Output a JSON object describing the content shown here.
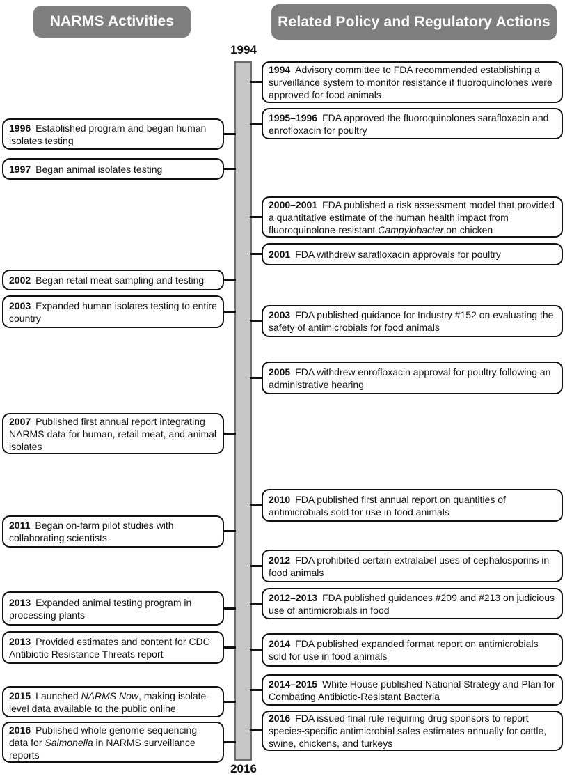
{
  "header": {
    "left": "NARMS Activities",
    "right": "Related Policy and Regulatory Actions"
  },
  "timeline": {
    "start_year": "1994",
    "end_year": "2016",
    "bar_fill_color": "#c7c7c7",
    "bar_border_color": "#6e6e6e",
    "header_bg_color": "#7f7f7f",
    "box_border_color": "#111111"
  },
  "left_items": [
    {
      "year": "1996",
      "text": "Established program and began human isolates testing"
    },
    {
      "year": "1997",
      "text": "Began animal isolates testing"
    },
    {
      "year": "2002",
      "text": "Began retail meat sampling and testing"
    },
    {
      "year": "2003",
      "text": "Expanded human isolates testing to entire country"
    },
    {
      "year": "2007",
      "text": "Published first annual report integrating NARMS data for human, retail meat, and animal isolates"
    },
    {
      "year": "2011",
      "text": "Began on-farm pilot studies with collaborating scientists"
    },
    {
      "year": "2013",
      "text": "Expanded animal testing program in processing plants"
    },
    {
      "year": "2013",
      "text": "Provided estimates and content for CDC Antibiotic Resistance Threats report"
    },
    {
      "year": "2015",
      "pre": "Launched ",
      "italic": "NARMS Now",
      "post": ", making isolate-level data available to the public online"
    },
    {
      "year": "2016",
      "pre": "Published whole genome sequencing data for ",
      "italic": "Salmonella",
      "post": " in NARMS surveillance reports"
    }
  ],
  "right_items": [
    {
      "year": "1994",
      "text": "Advisory committee to FDA recommended establishing a surveillance system to monitor resistance if fluoroquinolones were approved for food animals"
    },
    {
      "year": "1995–1996",
      "text": "FDA approved the fluoroquinolones sarafloxacin and enrofloxacin for poultry"
    },
    {
      "year": "2000–2001",
      "pre": "FDA published a risk assessment model that provided a quantitative estimate of the human health impact from fluoroquinolone-resistant ",
      "italic": "Campylobacter",
      "post": " on chicken"
    },
    {
      "year": "2001",
      "text": "FDA withdrew sarafloxacin approvals for poultry"
    },
    {
      "year": "2003",
      "text": "FDA published guidance for Industry #152 on evaluating the safety of antimicrobials for food animals"
    },
    {
      "year": "2005",
      "text": "FDA withdrew enrofloxacin approval for poultry following an administrative hearing"
    },
    {
      "year": "2010",
      "text": "FDA published first annual report on quantities of antimicrobials sold for use in food animals"
    },
    {
      "year": "2012",
      "text": "FDA prohibited certain extralabel uses of cephalosporins in food animals"
    },
    {
      "year": "2012–2013",
      "text": "FDA published guidances #209 and #213 on judicious use of antimicrobials in food"
    },
    {
      "year": "2014",
      "text": "FDA published expanded format report on antimicrobials sold for use in food animals"
    },
    {
      "year": "2014–2015",
      "text": "White House published National Strategy and Plan for Combating Antibiotic-Resistant Bacteria"
    },
    {
      "year": "2016",
      "text": "FDA issued final rule requiring drug sponsors to report species-specific antimicrobial sales estimates annually for cattle, swine, chickens, and turkeys"
    }
  ]
}
